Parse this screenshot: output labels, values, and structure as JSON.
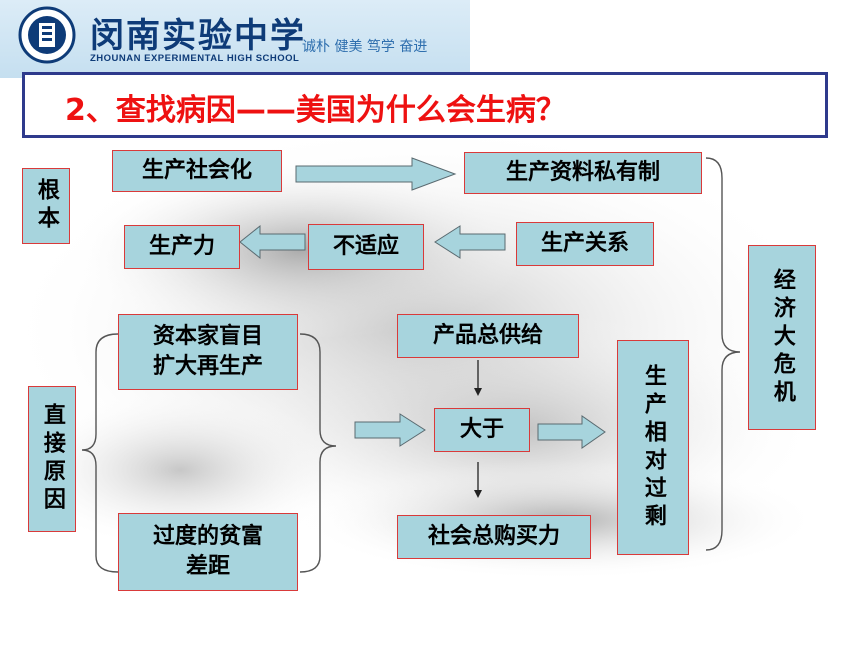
{
  "header": {
    "school_cn": "闵南实验中学",
    "school_en": "ZHOUNAN EXPERIMENTAL HIGH SCHOOL",
    "motto": "诚朴 健美 笃学 奋进"
  },
  "title": "2、查找病因——美国为什么会生病？",
  "labels": {
    "root": "根本",
    "direct": "直接原因",
    "crisis": "经济大危机"
  },
  "boxes": {
    "socialization": "生产社会化",
    "private_ownership": "生产资料私有制",
    "productivity": "生产力",
    "not_adapt": "不适应",
    "relations": "生产关系",
    "capitalists_line1": "资本家盲目",
    "capitalists_line2": "扩大再生产",
    "wealth_gap_line1": "过度的贫富",
    "wealth_gap_line2": "差距",
    "total_supply": "产品总供给",
    "greater_than": "大于",
    "total_demand": "社会总购买力",
    "overproduction": "生产相对过剩"
  },
  "colors": {
    "box_fill": "#a7d4dd",
    "box_border": "#d93a3a",
    "title_color": "#ee1111",
    "title_border": "#2e3a8c"
  }
}
